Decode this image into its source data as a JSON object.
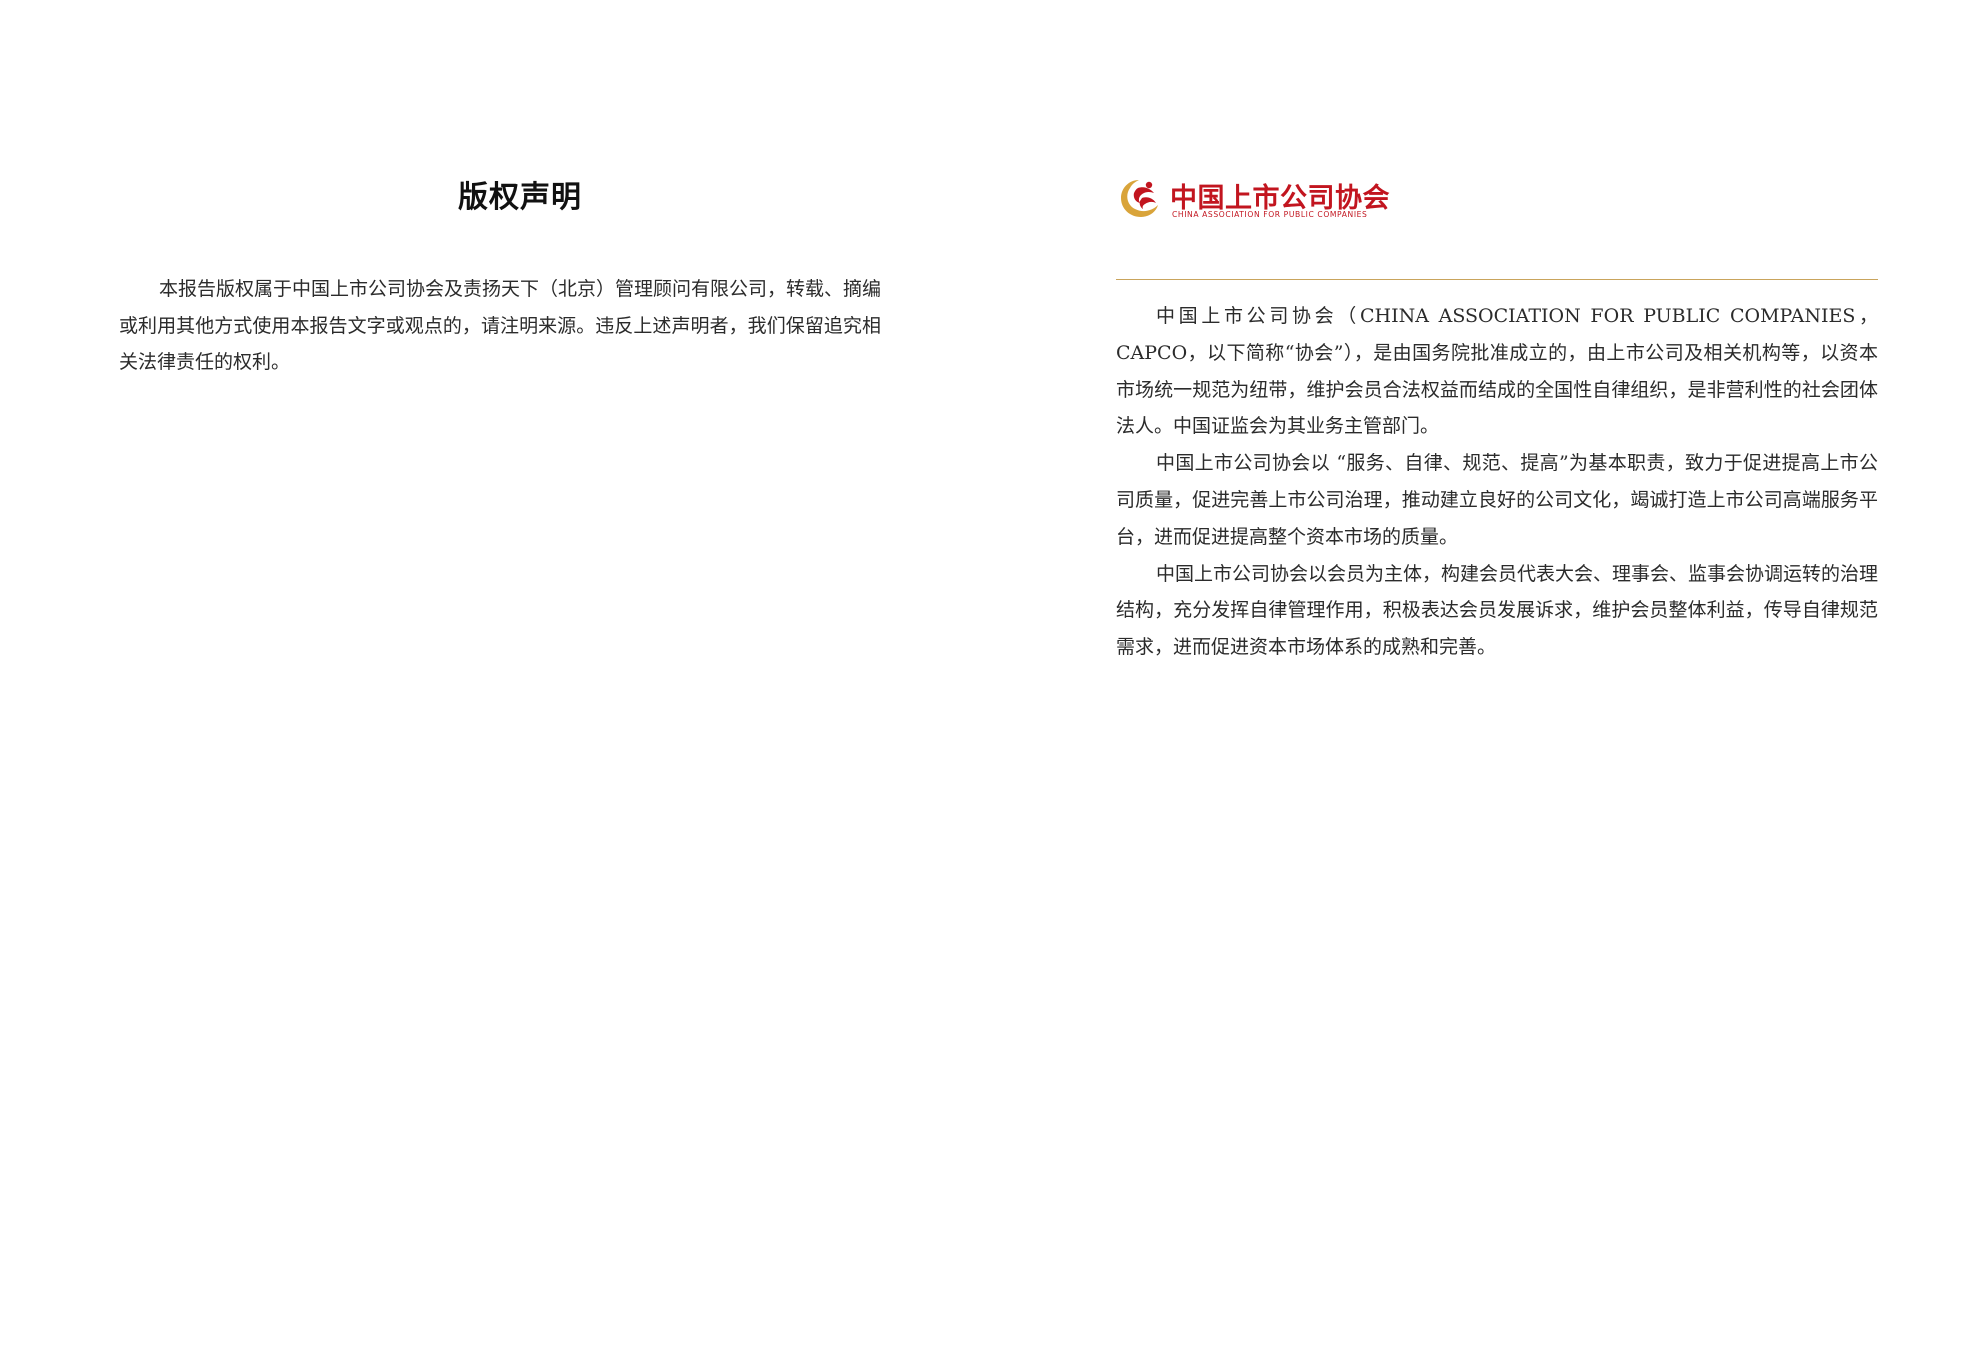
{
  "left": {
    "title": "版权声明",
    "body": "本报告版权属于中国上市公司协会及责扬天下（北京）管理顾问有限公司，转载、摘编或利用其他方式使用本报告文字或观点的，请注明来源。违反上述声明者，我们保留追究相关法律责任的权利。"
  },
  "right": {
    "logo": {
      "name_cn": "中国上市公司协会",
      "name_en": "CHINA ASSOCIATION FOR PUBLIC COMPANIES",
      "color_red": "#c2151f",
      "color_gold": "#d9a43a"
    },
    "divider_color": "#c9a45c",
    "paragraphs": [
      "中国上市公司协会（CHINA ASSOCIATION FOR PUBLIC COMPANIES，CAPCO，以下简称“协会”），是由国务院批准成立的，由上市公司及相关机构等，以资本市场统一规范为纽带，维护会员合法权益而结成的全国性自律组织，是非营利性的社会团体法人。中国证监会为其业务主管部门。",
      "中国上市公司协会以 “服务、自律、规范、提高”为基本职责，致力于促进提高上市公司质量，促进完善上市公司治理，推动建立良好的公司文化，竭诚打造上市公司高端服务平台，进而促进提高整个资本市场的质量。",
      "中国上市公司协会以会员为主体，构建会员代表大会、理事会、监事会协调运转的治理结构，充分发挥自律管理作用，积极表达会员发展诉求，维护会员整体利益，传导自律规范需求，进而促进资本市场体系的成熟和完善。"
    ]
  }
}
